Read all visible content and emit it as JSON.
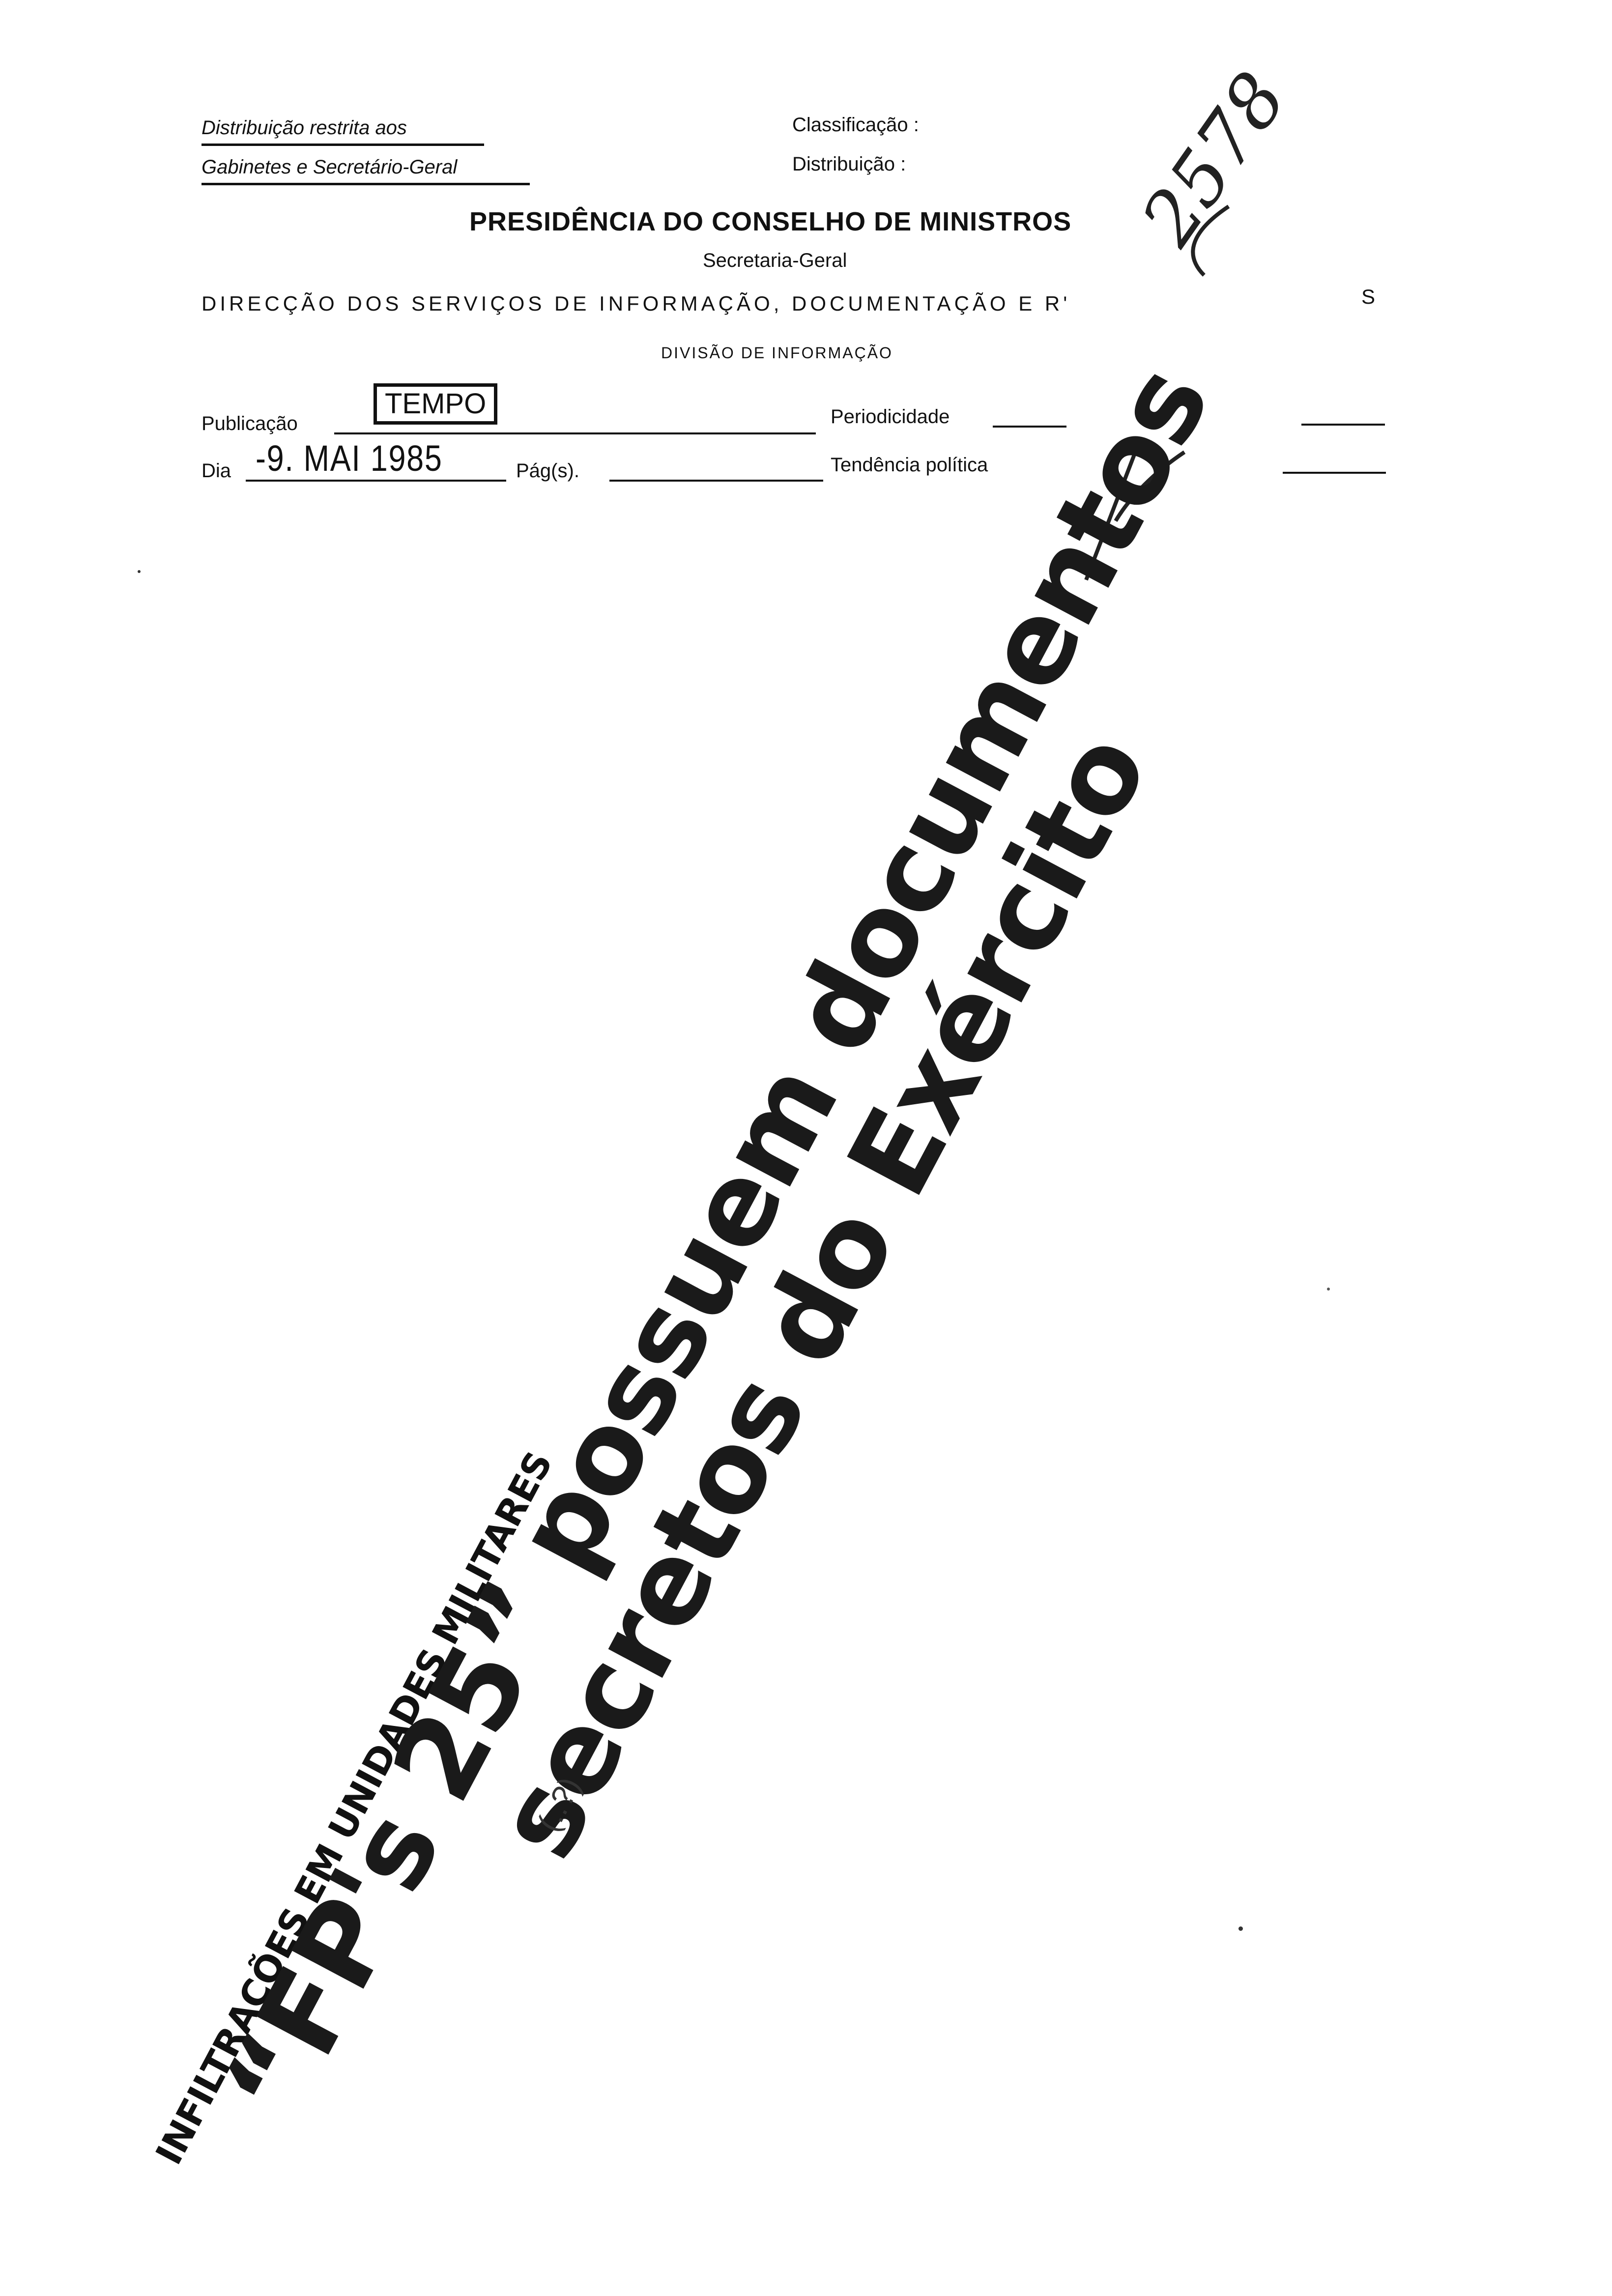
{
  "header": {
    "distribution_note_line1": "Distribuição restrita aos",
    "distribution_note_line2": "Gabinetes e Secretário-Geral",
    "classification_label": "Classificação :",
    "distribution_label": "Distribuição :",
    "title": "PRESIDÊNCIA DO CONSELHO DE MINISTROS",
    "subtitle": "Secretaria-Geral",
    "directorate": "DIRECÇÃO DOS SERVIÇOS DE INFORMAÇÃO, DOCUMENTAÇÃO E R'",
    "directorate_tail": "S",
    "division": "DIVISÃO DE INFORMAÇÃO"
  },
  "fields": {
    "publication_label": "Publicação",
    "publication_value": "TEMPO",
    "periodicity_label": "Periodicidade",
    "day_label": "Dia",
    "day_value": "-9. MAI 1985",
    "pages_label": "Pág(s).",
    "political_tendency_label": "Tendência política"
  },
  "handwriting": {
    "reference_number": "2578"
  },
  "clipping": {
    "kicker": "INFILTRAÇÕES EM UNIDADES MILITARES",
    "headline_line1": "“FP's 25” possuem documentos",
    "headline_line2": "secretos do Exército",
    "fragment": "(..?)"
  }
}
